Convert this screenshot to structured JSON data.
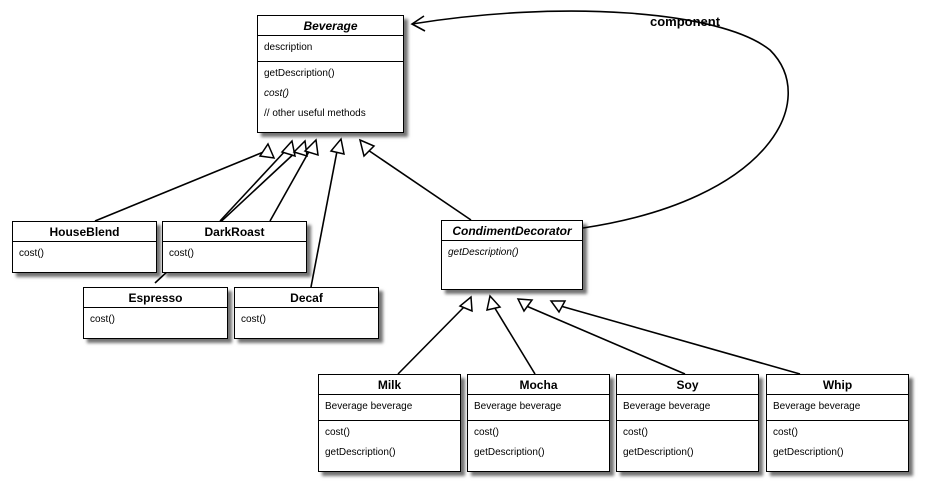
{
  "diagram": {
    "component_label": "component",
    "classes": {
      "beverage": {
        "name": "Beverage",
        "attributes": [
          "description"
        ],
        "methods": [
          {
            "text": "getDescription()",
            "italic": false
          },
          {
            "text": "cost()",
            "italic": true
          },
          {
            "text": "// other useful methods",
            "italic": false
          }
        ]
      },
      "houseblend": {
        "name": "HouseBlend",
        "methods": [
          "cost()"
        ]
      },
      "darkroast": {
        "name": "DarkRoast",
        "methods": [
          "cost()"
        ]
      },
      "espresso": {
        "name": "Espresso",
        "methods": [
          "cost()"
        ]
      },
      "decaf": {
        "name": "Decaf",
        "methods": [
          "cost()"
        ]
      },
      "condiment": {
        "name": "CondimentDecorator",
        "methods": [
          {
            "text": "getDescription()",
            "italic": true
          }
        ]
      },
      "milk": {
        "name": "Milk",
        "attributes": [
          "Beverage beverage"
        ],
        "methods": [
          "cost()",
          "getDescription()"
        ]
      },
      "mocha": {
        "name": "Mocha",
        "attributes": [
          "Beverage beverage"
        ],
        "methods": [
          "cost()",
          "getDescription()"
        ]
      },
      "soy": {
        "name": "Soy",
        "attributes": [
          "Beverage beverage"
        ],
        "methods": [
          "cost()",
          "getDescription()"
        ]
      },
      "whip": {
        "name": "Whip",
        "attributes": [
          "Beverage beverage"
        ],
        "methods": [
          "cost()",
          "getDescription()"
        ]
      }
    }
  }
}
